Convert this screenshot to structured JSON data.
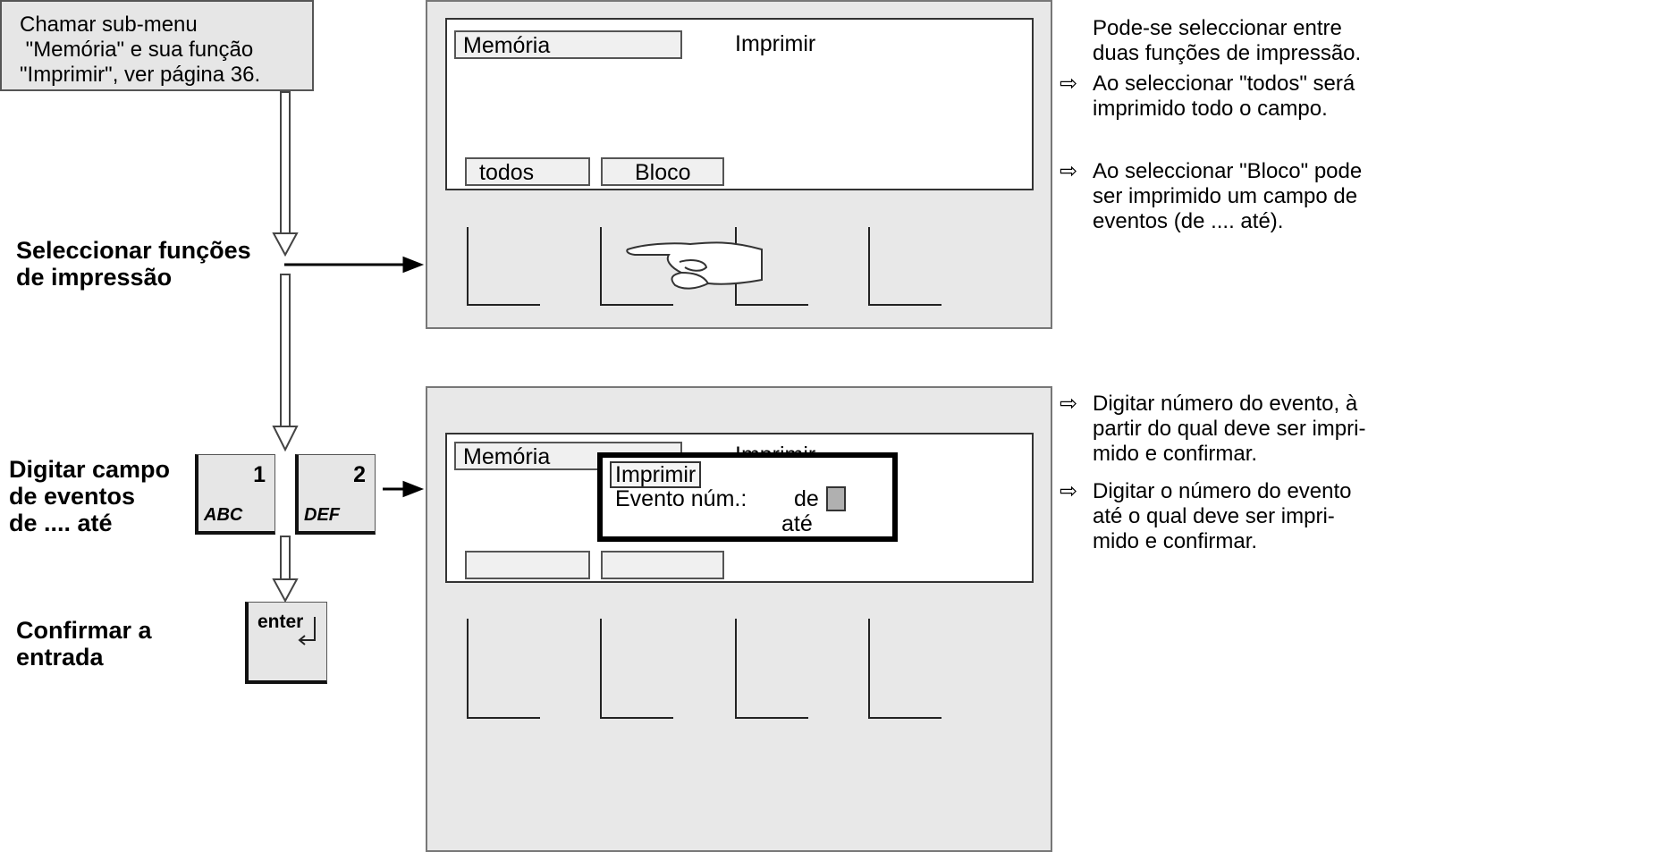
{
  "intro": {
    "lines": [
      "Chamar sub-menu",
      " \"Memória\" e sua função",
      "\"Imprimir\", ver página 36."
    ]
  },
  "steps": {
    "select": [
      "Seleccionar funções",
      "de impressão"
    ],
    "enter_range": [
      "Digitar campo",
      "de eventos",
      "de .... até"
    ],
    "confirm": [
      "Confirmar a",
      "entrada"
    ]
  },
  "screen1": {
    "menu_label": "Memória",
    "title": "Imprimir",
    "option_all": "todos",
    "option_block": "Bloco"
  },
  "screen2": {
    "menu_label": "Memória",
    "title": "Imprimir",
    "popup_title": "Imprimir",
    "event_label": "Evento núm.:",
    "from_label": "de",
    "to_label": "até"
  },
  "keys": {
    "key1": {
      "number": "1",
      "letters": "ABC"
    },
    "key2": {
      "number": "2",
      "letters": "DEF"
    },
    "enter": "enter"
  },
  "notes": {
    "intro": [
      "Pode-se seleccionar entre",
      "duas funções de impressão."
    ],
    "all": [
      "Ao seleccionar \"todos\"  será",
      "imprimido todo o campo."
    ],
    "block": [
      "Ao seleccionar \"Bloco\" pode",
      "ser imprimido um campo de",
      "eventos (de .... até)."
    ],
    "from_event": [
      "Digitar número do evento, à",
      "partir do qual deve ser impri-",
      "mido e confirmar."
    ],
    "to_event": [
      "Digitar o número do evento",
      "até o qual deve ser impri-",
      "mido e confirmar."
    ]
  },
  "icons": {
    "note_arrow": "right-arrow-outline-icon",
    "pointing_hand": "pointing-hand-icon",
    "enter_return": "return-arrow-icon"
  }
}
